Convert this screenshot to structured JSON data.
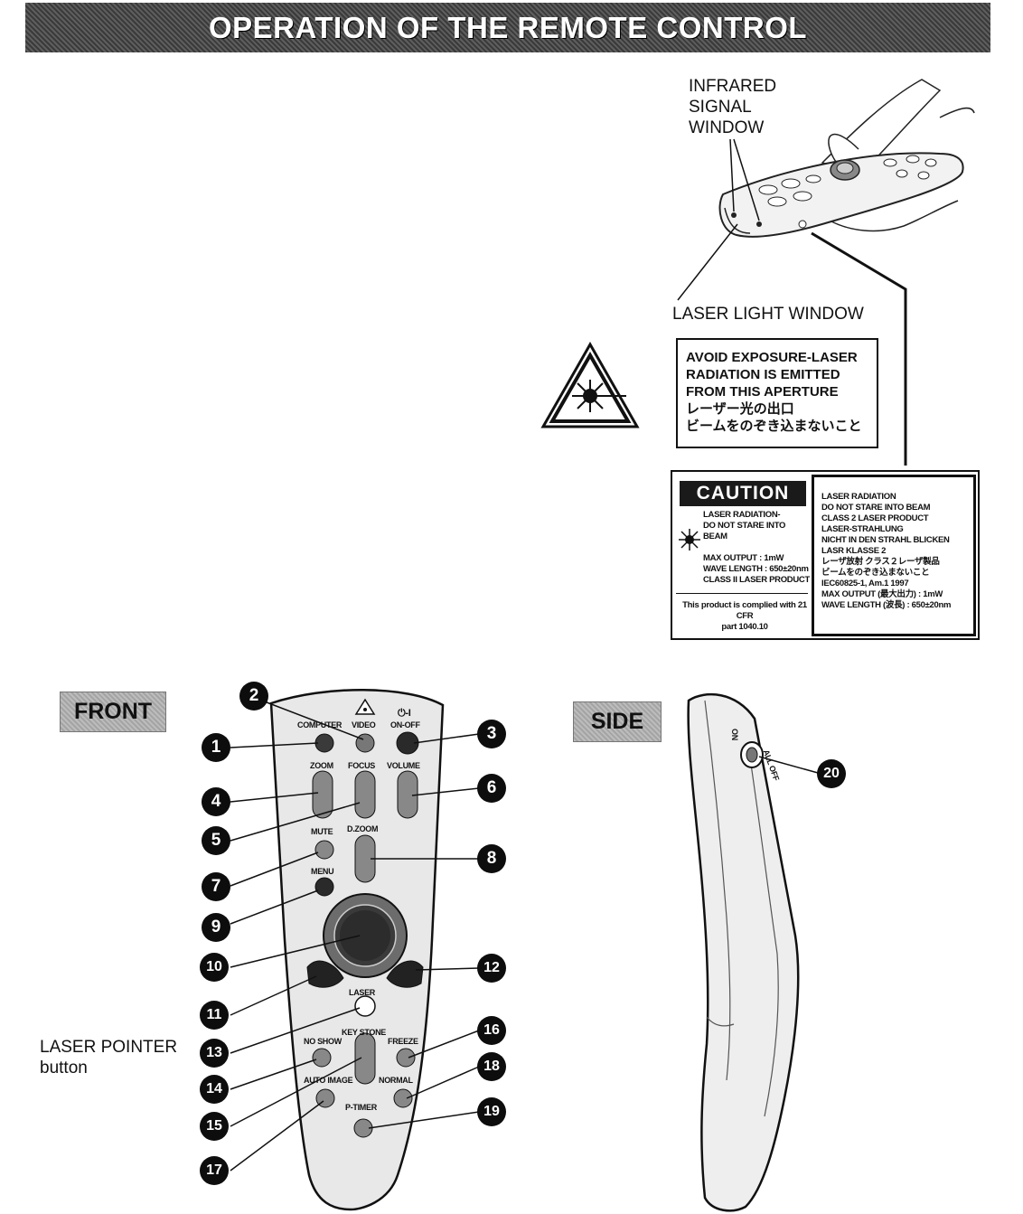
{
  "header": {
    "title": "OPERATION OF THE REMOTE CONTROL"
  },
  "top_illustration": {
    "infrared_label": [
      "INFRARED",
      "SIGNAL",
      "WINDOW"
    ],
    "laser_window_label": "LASER LIGHT WINDOW"
  },
  "warning_label": {
    "lines": [
      "AVOID EXPOSURE-LASER",
      "RADIATION IS EMITTED",
      "FROM THIS APERTURE",
      "レーザー光の出口",
      "ビームをのぞき込まないこと"
    ]
  },
  "caution_label": {
    "title": "CAUTION",
    "left_top": [
      "LASER RADIATION-",
      "DO NOT STARE INTO BEAM"
    ],
    "left_mid": [
      "MAX OUTPUT : 1mW",
      "WAVE LENGTH : 650±20nm",
      "CLASS II LASER PRODUCT"
    ],
    "left_bottom": [
      "This product is complied with 21 CFR",
      "part 1040.10"
    ],
    "right": [
      "LASER RADIATION",
      "DO NOT STARE INTO BEAM",
      "CLASS 2 LASER PRODUCT",
      "LASER-STRAHLUNG",
      "NICHT IN DEN STRAHL BLICKEN",
      "LASR KLASSE 2",
      "レーザ放射 クラス２レーザ製品",
      "ビームをのぞき込まないこと",
      "IEC60825-1, Am.1 1997",
      "MAX OUTPUT (最大出力) : 1mW",
      "WAVE LENGTH (波長) : 650±20nm"
    ]
  },
  "front": {
    "tag": "FRONT",
    "laser_pointer_caption": [
      "LASER POINTER",
      "button"
    ],
    "buttons": {
      "computer": "COMPUTER",
      "video": "VIDEO",
      "power_symbol": "⏻-I",
      "on_off": "ON-OFF",
      "zoom": "ZOOM",
      "focus": "FOCUS",
      "volume": "VOLUME",
      "mute": "MUTE",
      "dzoom": "D.ZOOM",
      "menu": "MENU",
      "laser": "LASER",
      "keystone": "KEY STONE",
      "no_show": "NO SHOW",
      "freeze": "FREEZE",
      "auto_image": "AUTO IMAGE",
      "normal": "NORMAL",
      "p_timer": "P-TIMER"
    },
    "callouts": [
      "1",
      "2",
      "3",
      "4",
      "5",
      "6",
      "7",
      "8",
      "9",
      "10",
      "11",
      "12",
      "13",
      "14",
      "15",
      "16",
      "17",
      "18",
      "19"
    ]
  },
  "side": {
    "tag": "SIDE",
    "switch_on": "ON",
    "switch_off": "ALL OFF",
    "callout": "20"
  },
  "colors": {
    "banner_bg": "#4a4a4a",
    "tag_bg": "#b0b0b0",
    "callout_bg": "#0d0d0d"
  }
}
